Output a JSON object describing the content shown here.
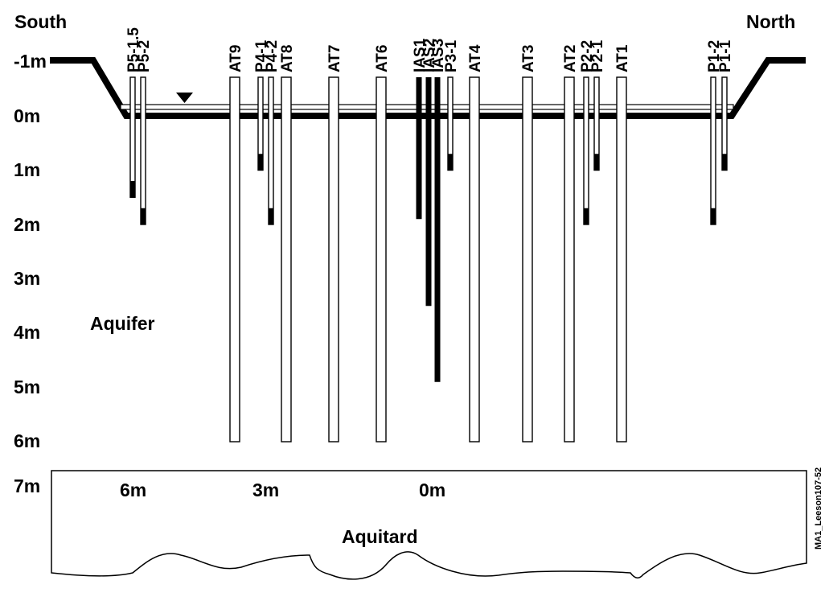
{
  "orientation": {
    "left": "South",
    "right": "North"
  },
  "depth_axis": {
    "labels": [
      "-1m",
      "0m",
      "1m",
      "2m",
      "3m",
      "4m",
      "5m",
      "6m",
      "7m"
    ],
    "values": [
      -1,
      0,
      1,
      2,
      3,
      4,
      5,
      6,
      7
    ]
  },
  "zones": {
    "aquifer": "Aquifer",
    "aquitard": "Aquitard"
  },
  "distance_labels": [
    {
      "label": "6m",
      "value": 6
    },
    {
      "label": "3m",
      "value": 3
    },
    {
      "label": "0m",
      "value": 0
    }
  ],
  "water_table_marker": "water-table-triangle",
  "figure_id": "MA1_Leeson107-52",
  "wells": [
    {
      "name": "P5-1.5",
      "type": "piezometer",
      "depth_m": 1.5,
      "screen_m": [
        1.2,
        1.5
      ]
    },
    {
      "name": "P5-2",
      "type": "piezometer",
      "depth_m": 2.0,
      "screen_m": [
        1.7,
        2.0
      ]
    },
    {
      "name": "AT9",
      "type": "air-injection",
      "depth_m": 6.0
    },
    {
      "name": "P4-1",
      "type": "piezometer",
      "depth_m": 1.0,
      "screen_m": [
        0.7,
        1.0
      ]
    },
    {
      "name": "P4-2",
      "type": "piezometer",
      "depth_m": 2.0,
      "screen_m": [
        1.7,
        2.0
      ]
    },
    {
      "name": "AT8",
      "type": "air-injection",
      "depth_m": 6.0
    },
    {
      "name": "AT7",
      "type": "air-injection",
      "depth_m": 6.0
    },
    {
      "name": "AT6",
      "type": "air-injection",
      "depth_m": 6.0
    },
    {
      "name": "IAS1",
      "type": "ias",
      "depth_m": 1.9
    },
    {
      "name": "IAS2",
      "type": "ias",
      "depth_m": 3.5
    },
    {
      "name": "IAS3",
      "type": "ias",
      "depth_m": 4.9
    },
    {
      "name": "P3-1",
      "type": "piezometer",
      "depth_m": 1.0,
      "screen_m": [
        0.7,
        1.0
      ]
    },
    {
      "name": "AT4",
      "type": "air-injection",
      "depth_m": 6.0
    },
    {
      "name": "AT3",
      "type": "air-injection",
      "depth_m": 6.0
    },
    {
      "name": "AT2",
      "type": "air-injection",
      "depth_m": 6.0
    },
    {
      "name": "P2-2",
      "type": "piezometer",
      "depth_m": 2.0,
      "screen_m": [
        1.7,
        2.0
      ]
    },
    {
      "name": "P2-1",
      "type": "piezometer",
      "depth_m": 1.0,
      "screen_m": [
        0.7,
        1.0
      ]
    },
    {
      "name": "AT1",
      "type": "air-injection",
      "depth_m": 6.0
    },
    {
      "name": "P1-2",
      "type": "piezometer",
      "depth_m": 2.0,
      "screen_m": [
        1.7,
        2.0
      ]
    },
    {
      "name": "P1-1",
      "type": "piezometer",
      "depth_m": 1.0,
      "screen_m": [
        0.7,
        1.0
      ]
    }
  ]
}
